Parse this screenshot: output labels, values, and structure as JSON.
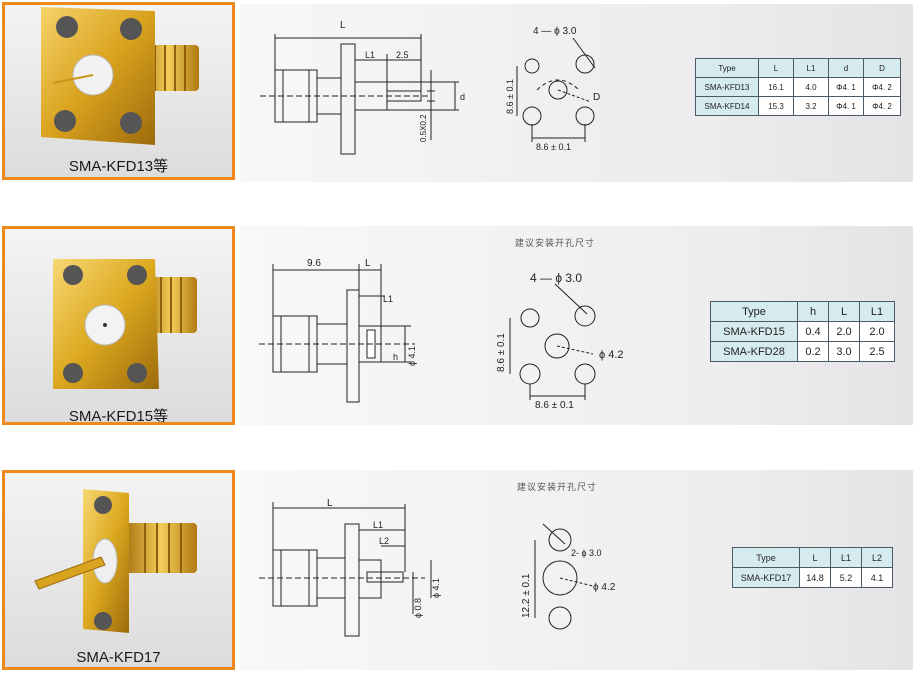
{
  "products": [
    {
      "caption": "SMA-KFD13等",
      "drawing": {
        "L": "L",
        "L1": "L1",
        "dim_25": "2.5",
        "d": "d",
        "pin": "0.5X0.2",
        "holes": "4 — ϕ 3.0",
        "D": "D",
        "pitch_v": "8.6 ± 0.1",
        "pitch_h": "8.6 ± 0.1"
      },
      "table": {
        "headers": [
          "Type",
          "L",
          "L1",
          "d",
          "D"
        ],
        "rows": [
          [
            "SMA-KFD13",
            "16.1",
            "4.0",
            "Φ4. 1",
            "Φ4. 2"
          ],
          [
            "SMA-KFD14",
            "15.3",
            "3.2",
            "Φ4. 1",
            "Φ4. 2"
          ]
        ]
      }
    },
    {
      "caption": "SMA-KFD15等",
      "note": "建议安装开孔尺寸",
      "drawing": {
        "dim_96": "9.6",
        "L": "L",
        "L1": "L1",
        "d41": "ϕ 4.1",
        "h": "h",
        "holes": "4 — ϕ 3.0",
        "phi42": "ϕ 4.2",
        "pitch_v": "8.6 ± 0.1",
        "pitch_h": "8.6 ± 0.1"
      },
      "table": {
        "headers": [
          "Type",
          "h",
          "L",
          "L1"
        ],
        "rows": [
          [
            "SMA-KFD15",
            "0.4",
            "2.0",
            "2.0"
          ],
          [
            "SMA-KFD28",
            "0.2",
            "3.0",
            "2.5"
          ]
        ]
      }
    },
    {
      "caption": "SMA-KFD17",
      "note": "建议安装开孔尺寸",
      "drawing": {
        "L": "L",
        "L1": "L1",
        "L2": "L2",
        "d08": "ϕ 0.8",
        "d41": "ϕ 4.1",
        "holes": "2- ϕ 3.0",
        "phi42": "ϕ 4.2",
        "pitch_v": "12.2 ± 0.1"
      },
      "table": {
        "headers": [
          "Type",
          "L",
          "L1",
          "L2"
        ],
        "rows": [
          [
            "SMA-KFD17",
            "14.8",
            "5.2",
            "4.1"
          ]
        ]
      }
    }
  ],
  "colors": {
    "frame": "#f08a1e",
    "gold": "#d9a21e",
    "table_header": "#d6ebee",
    "line": "#222222"
  }
}
